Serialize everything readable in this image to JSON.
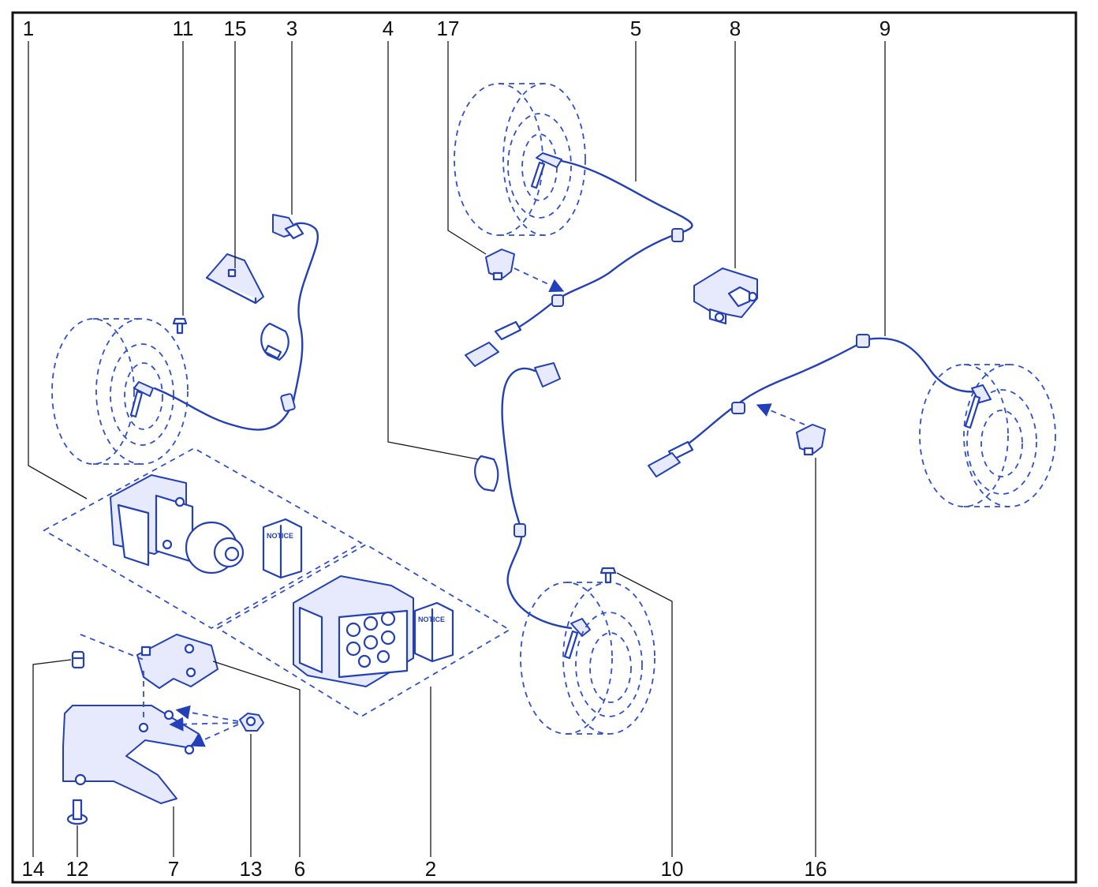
{
  "diagram": {
    "callouts": [
      "1",
      "11",
      "15",
      "3",
      "4",
      "17",
      "5",
      "8",
      "9",
      "14",
      "12",
      "7",
      "13",
      "6",
      "2",
      "10",
      "16"
    ],
    "booklet_label": "NOTICE",
    "colors": {
      "line_art": "#2340b8",
      "frame": "#111111",
      "background": "#ffffff"
    }
  }
}
